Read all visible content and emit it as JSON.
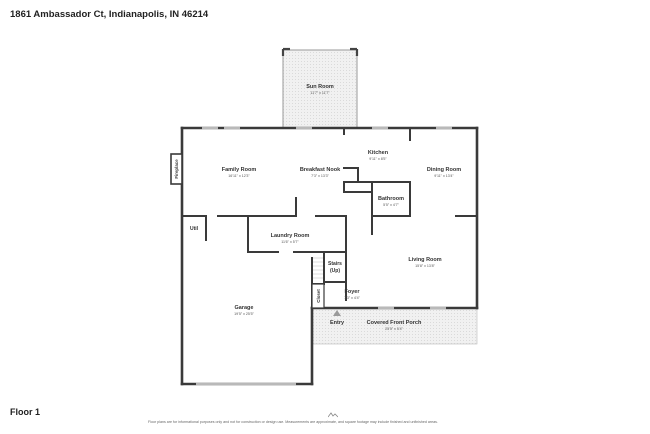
{
  "header": {
    "address": "1861 Ambassador Ct, Indianapolis, IN 46214"
  },
  "floor_label": "Floor 1",
  "footer": {
    "disclaimer": "Floor plans are for informational purposes only and not for construction or design use. Measurements are approximate, and square footage may include finished and unfinished areas.",
    "link_left": "",
    "link_right": ""
  },
  "rooms": {
    "sun_room": {
      "name": "Sun Room",
      "dim": "11'7\" x 11'7\""
    },
    "family_room": {
      "name": "Family Room",
      "dim": "16'11\" x 12'3\""
    },
    "breakfast_nook": {
      "name": "Breakfast Nook",
      "dim": "7'3\" x 13'3\""
    },
    "kitchen": {
      "name": "Kitchen",
      "dim": "9'11\" x 8'5\""
    },
    "dining_room": {
      "name": "Dining Room",
      "dim": "9'11\" x 13'4\""
    },
    "bathroom": {
      "name": "Bathroom",
      "dim": "5'5\" x 4'7\""
    },
    "fireplace": {
      "name": "Fireplace"
    },
    "util": {
      "name": "Util"
    },
    "laundry_room": {
      "name": "Laundry Room",
      "dim": "11'6\" x 5'7\""
    },
    "stairs": {
      "name": "Stairs",
      "name2": "(Up)"
    },
    "living_room": {
      "name": "Living Room",
      "dim": "15'8\" x 13'8\""
    },
    "closet": {
      "name": "Closet"
    },
    "foyer": {
      "name": "Foyer",
      "dim": "7'3\" x 4'4\""
    },
    "garage": {
      "name": "Garage",
      "dim": "19'5\" x 25'5\""
    },
    "entry": {
      "name": "Entry"
    },
    "covered_porch": {
      "name": "Covered Front Porch",
      "dim": "25'5\" x 5'4\""
    }
  },
  "colors": {
    "wall": "#3a3a3a",
    "window": "#9a9a9a",
    "porch_fill": "#eeeeee"
  }
}
